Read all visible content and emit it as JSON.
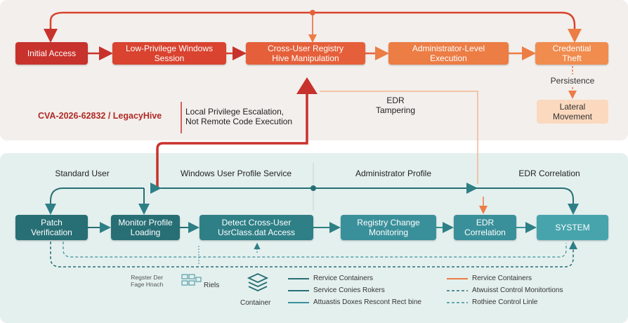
{
  "top": {
    "nodes": {
      "initial_access": "Initial Access",
      "low_priv": "Low-Privilege Windows\nSession",
      "cross_user": "Cross-User Registry\nHive Manipulation",
      "admin_exec": "Administrator-Level\nExecution",
      "cred_theft": "Credential\nTheft",
      "lateral": "Lateral\nMovement"
    },
    "persistence": "Persistence",
    "edr_tampering": "EDR\nTampering",
    "cve_label": "CVA-2026-62832 / LegacyHive",
    "cve_desc": "Local Privilege Escalation,\nNot Remote Code Execution"
  },
  "bottom": {
    "headers": {
      "standard_user": "Standard User",
      "profile_service": "Windows User Profile Service",
      "admin_profile": "Administrator Profile",
      "edr_correlation": "EDR Correlation"
    },
    "nodes": {
      "patch": "Patch\nVerification",
      "monitor": "Monitor Profile\nLoading",
      "detect": "Detect Cross-User\nUsrClass.dat Access",
      "registry": "Registry Change\nMonitoring",
      "edr": "EDR\nCorrelation",
      "system": "SYSTEM"
    }
  },
  "legend": {
    "register_label": "Regster Der\nFage Hnach",
    "riels": "Riels",
    "container": "Container",
    "teal_items": [
      "Rervice Containers",
      "Service Conies Rokers",
      "Attuastis Doxes Rescont Rect bine"
    ],
    "orange_items": [
      "Rervice Containers",
      "Atwuisst Control Monitortions",
      "Rothiee Control Linle"
    ]
  },
  "colors": {
    "attack_red": "#c8322c",
    "attack_orange": "#ec7d45",
    "defense_teal": "#2e7f86"
  }
}
